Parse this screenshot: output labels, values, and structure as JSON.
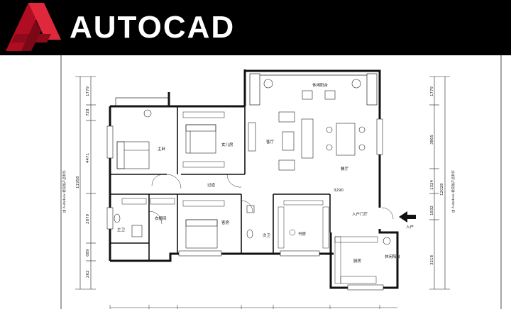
{
  "banner": {
    "title": "AUTOCAD",
    "logo_icon": "autocad-a-logo-icon",
    "logo_color": "#c8102e",
    "background": "#000000"
  },
  "plan": {
    "rooms": {
      "balcony_top": "休闲阳台",
      "master_bedroom": "主卧",
      "daughter_room": "女儿房",
      "living_room": "客厅",
      "dining_room": "餐厅",
      "corridor": "过道",
      "master_bath": "主卫",
      "walk_in_closet": "衣帽间",
      "guest_room": "客房",
      "second_bath": "次卫",
      "study": "书房",
      "foyer": "入户门厅",
      "kitchen": "厨房",
      "balcony_kitchen": "休闲阳台",
      "entrance": "入户"
    },
    "dims_left": [
      "1779",
      "728",
      "4471",
      "11958",
      "2879",
      "689",
      "262"
    ],
    "dims_right": [
      "1779",
      "3865",
      "12028",
      "1324",
      "1832",
      "3218"
    ],
    "side_text_left": "由 Autodesk 教育版产品制作",
    "side_text_right": "由 Autodesk 教育版产品制作",
    "small_dim": "3290"
  }
}
